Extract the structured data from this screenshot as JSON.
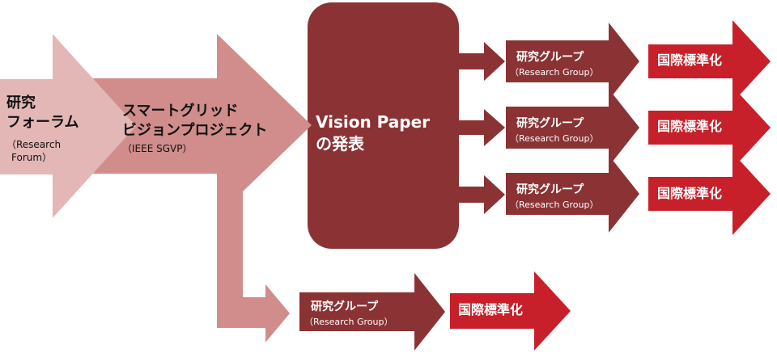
{
  "forum": {
    "line1": "研究",
    "line2": "フォーラム",
    "sub1": "（Research",
    "sub2": "Forum）"
  },
  "project": {
    "line1": "スマートグリッド",
    "line2": "ビジョンプロジェクト",
    "sub": "（IEEE SGVP）"
  },
  "vision": {
    "line1": "Vision Paper",
    "line2": "の発表"
  },
  "groups": [
    {
      "title": "研究グループ",
      "sub": "（Research Group）",
      "standard": "国際標準化"
    },
    {
      "title": "研究グループ",
      "sub": "（Research Group）",
      "standard": "国際標準化"
    },
    {
      "title": "研究グループ",
      "sub": "（Research Group）",
      "standard": "国際標準化"
    },
    {
      "title": "研究グループ",
      "sub": "（Research Group）",
      "standard": "国際標準化"
    }
  ],
  "colors": {
    "forum": "#e3b7b5",
    "project": "#d08d8b",
    "vision": "#8b3234",
    "group": "#8b3234",
    "standard": "#c7202a"
  }
}
